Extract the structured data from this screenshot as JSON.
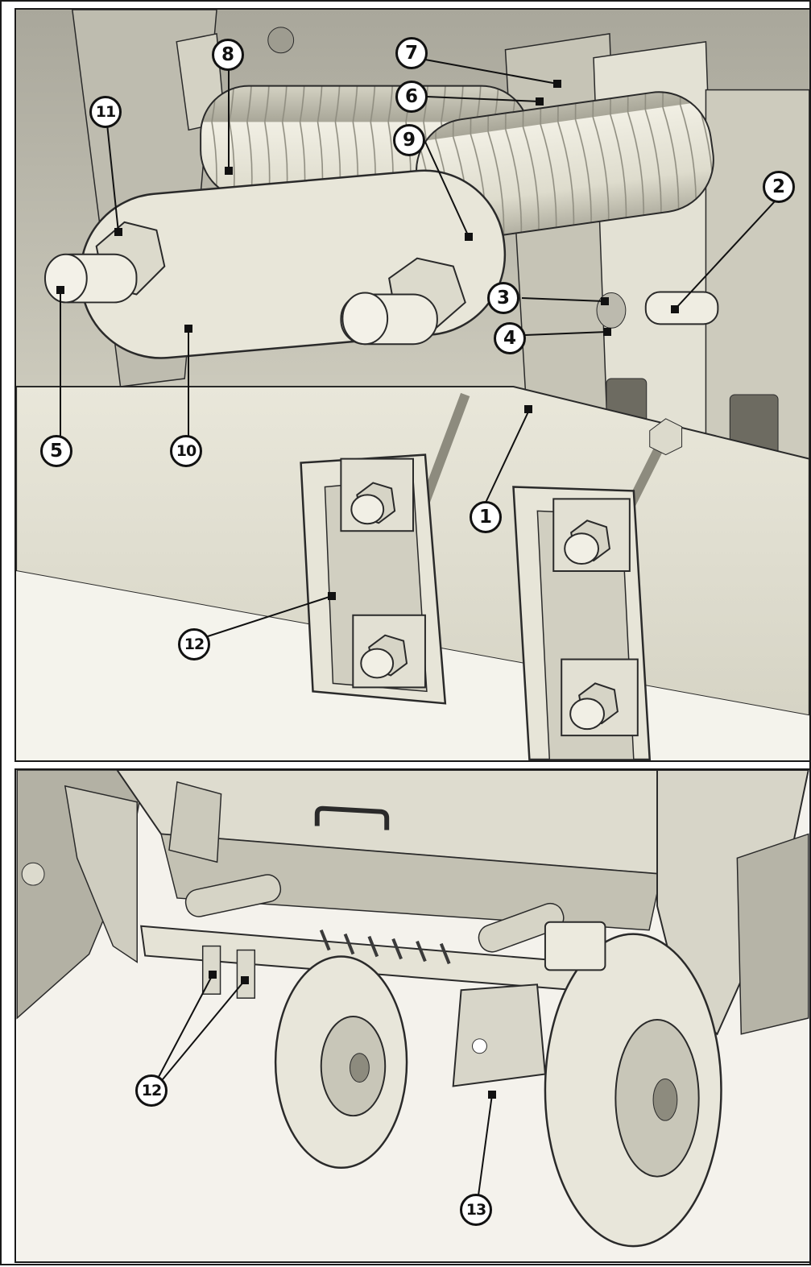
{
  "callouts": {
    "c1": "1",
    "c2": "2",
    "c3": "3",
    "c4": "4",
    "c5": "5",
    "c6": "6",
    "c7": "7",
    "c8": "8",
    "c9": "9",
    "c10": "10",
    "c11": "11",
    "c12": "12",
    "c12b": "12",
    "c13": "13"
  },
  "colors": {
    "part_fill": "#e6e4d6",
    "part_shade": "#c9c7b8",
    "part_dark": "#8d8b7e",
    "background_dark": "#bdbbae",
    "outline": "#1a1a1a"
  }
}
